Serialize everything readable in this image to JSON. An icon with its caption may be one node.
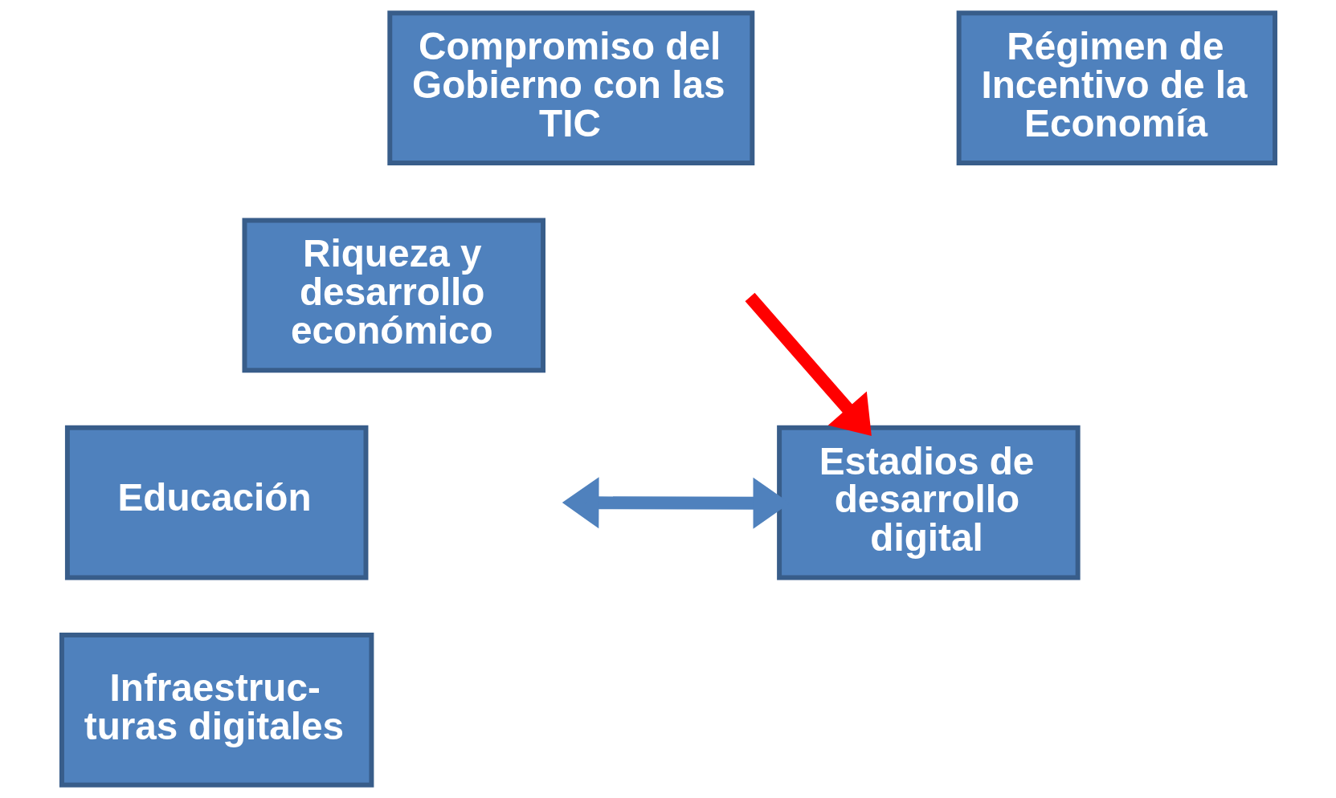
{
  "diagram": {
    "nodes": [
      {
        "text": [
          "Compromiso del Gobierno con las TIC"
        ]
      },
      {
        "text": [
          "Régimen de Incentivo de la Economía"
        ]
      },
      {
        "text": [
          "Riqueza y desarrollo económico"
        ]
      },
      {
        "text": [
          "Educación"
        ]
      },
      {
        "text": [
          "Infraestruc- turas digitales"
        ]
      },
      {
        "text": [
          "Estadios de desarrollo digital"
        ]
      }
    ],
    "edges": [
      {
        "from": null,
        "to": 5,
        "arrow": "both",
        "color": "#4f81bd"
      },
      {
        "from": null,
        "to": 5,
        "arrow": "to",
        "color": "#ff0000"
      }
    ]
  }
}
